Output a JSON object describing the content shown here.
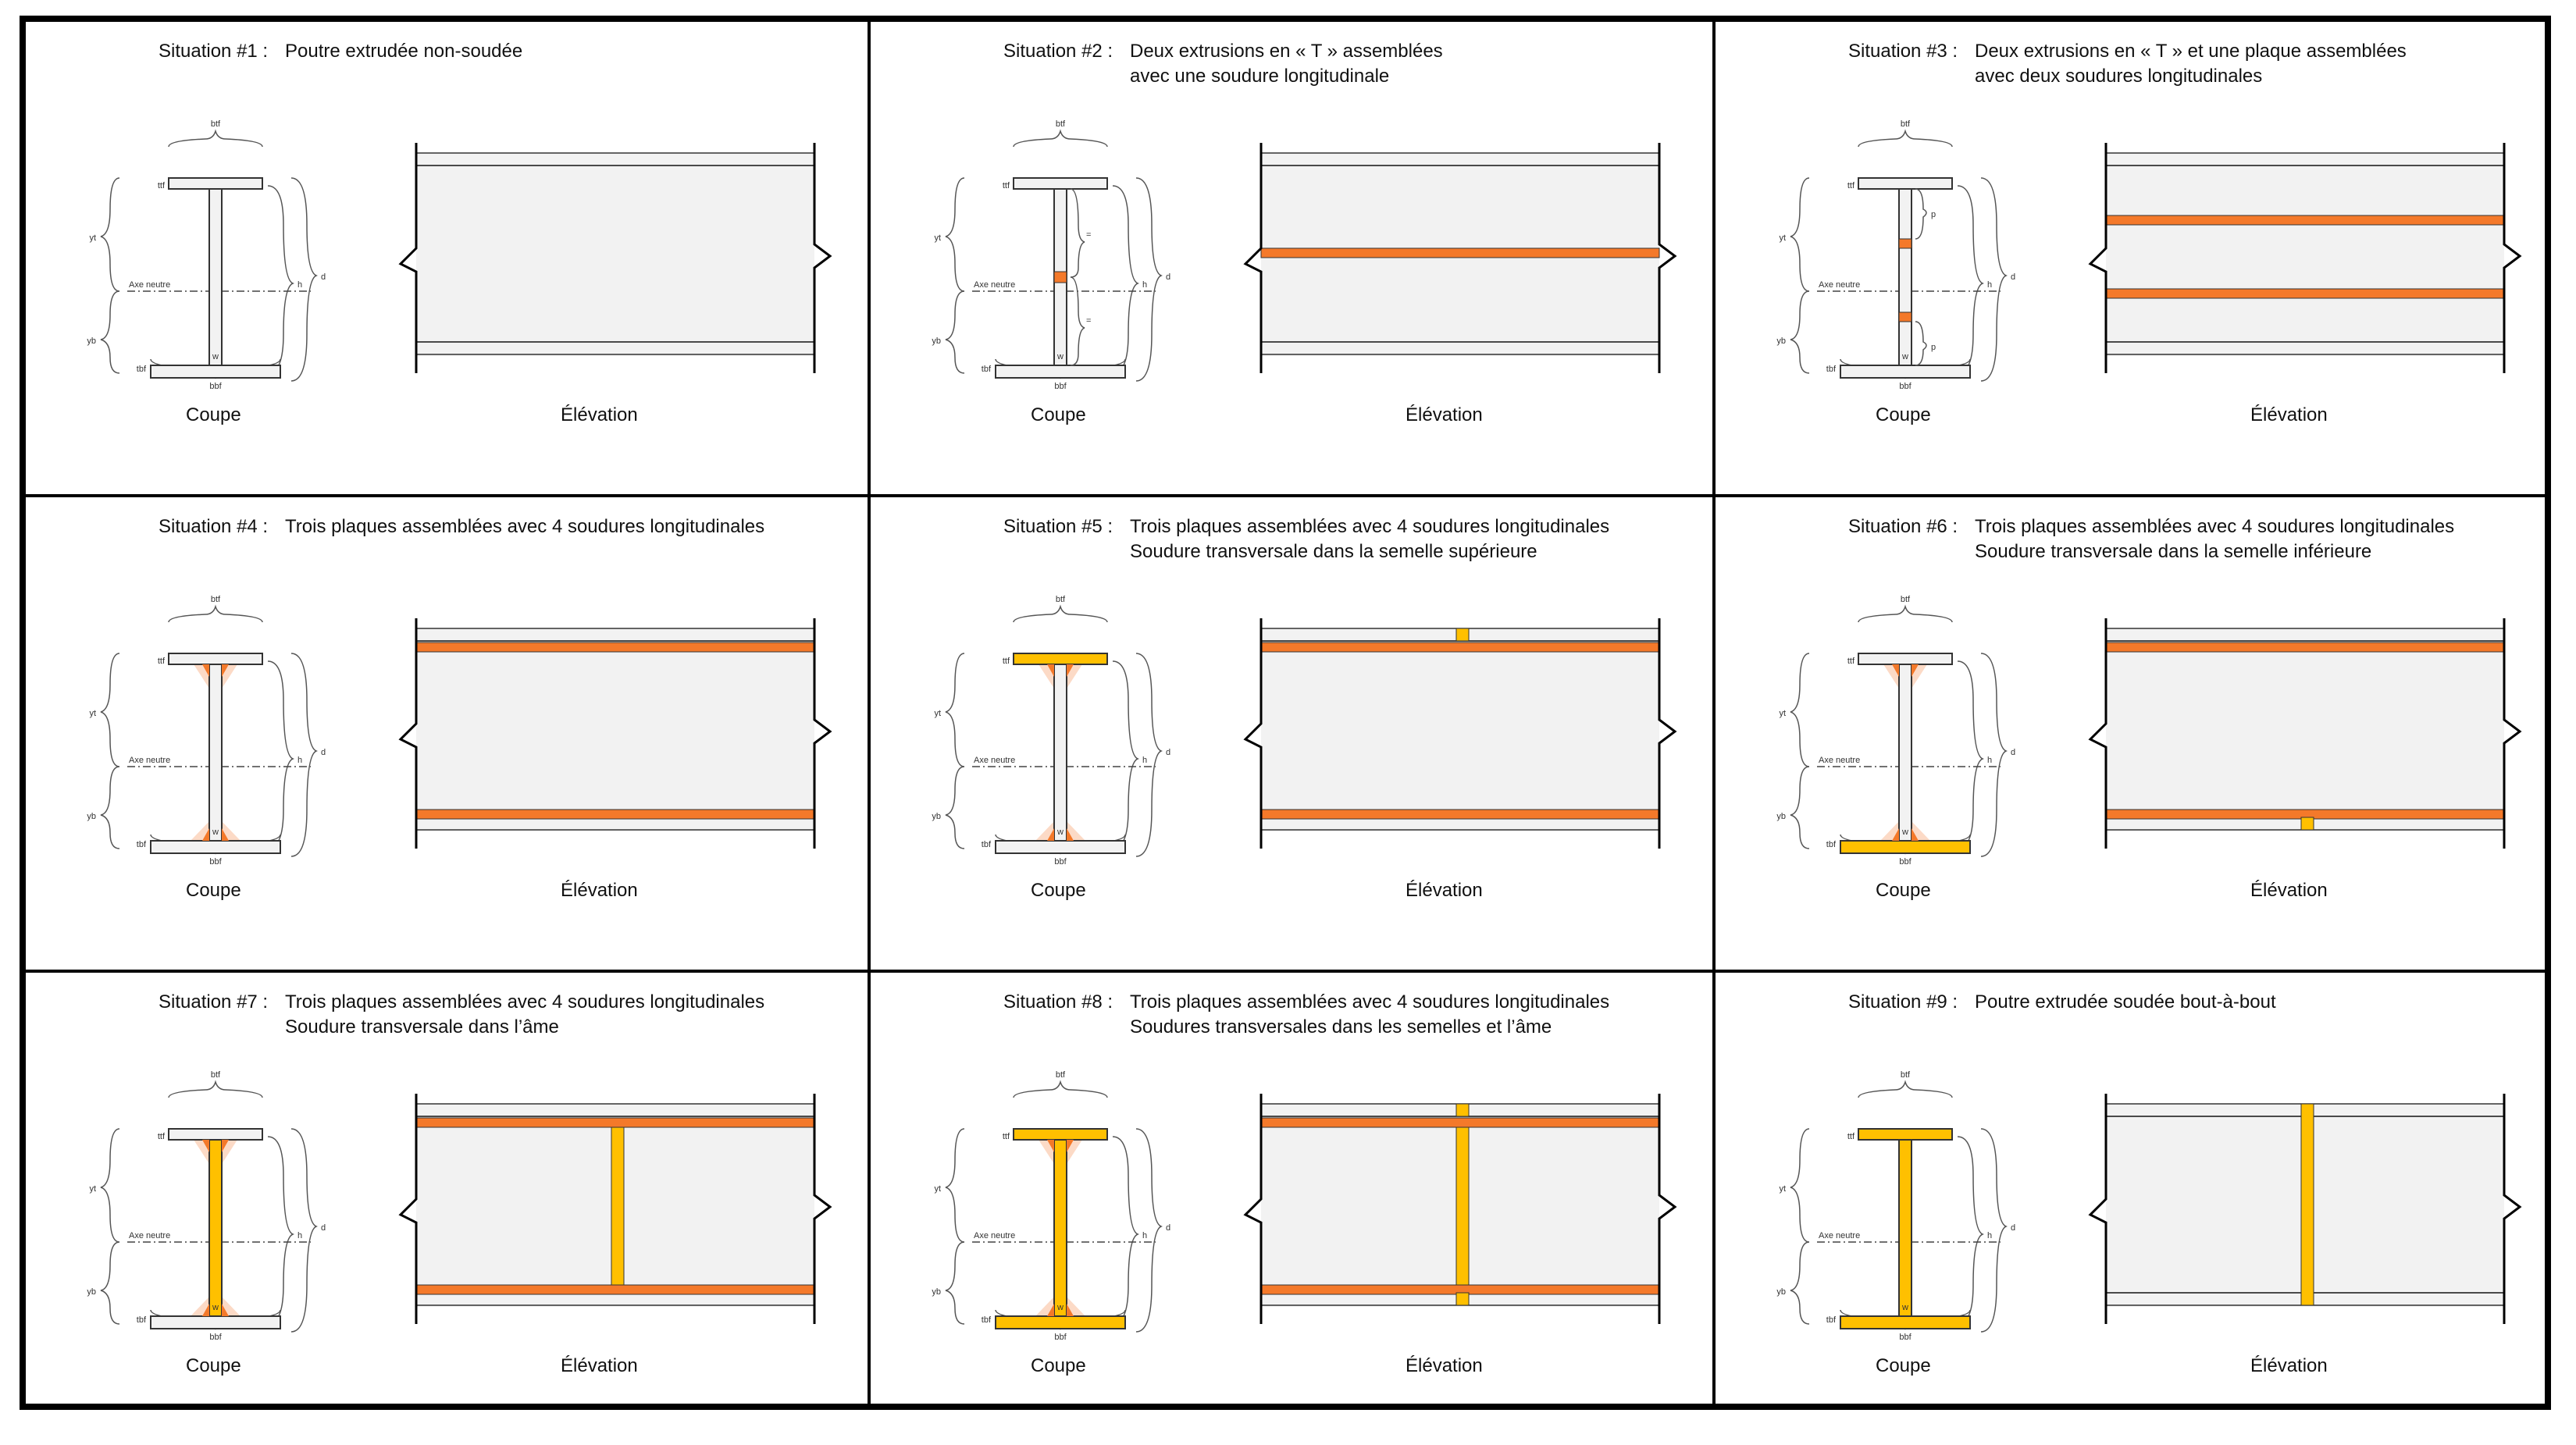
{
  "colors": {
    "gray_fill": "#f2f2f2",
    "weld_orange": "#f4792a",
    "weld_yellow": "#ffc000",
    "outline": "#333333"
  },
  "labels": {
    "btf": "btf",
    "bbf": "bbf",
    "ttf": "ttf",
    "tbf": "tbf",
    "yt": "yt",
    "yb": "yb",
    "h": "h",
    "d": "d",
    "w": "w",
    "p": "p",
    "eq": "=",
    "neutral_axis": "Axe neutre",
    "coupe": "Coupe",
    "elevation": "Élévation"
  },
  "panels": [
    {
      "id": "situation-1",
      "number": "Situation #1 :",
      "title": "Poutre extrudée non-soudée",
      "title2": ""
    },
    {
      "id": "situation-2",
      "number": "Situation #2 :",
      "title": "Deux extrusions en « T »  assemblées",
      "title2": "avec une soudure longitudinale"
    },
    {
      "id": "situation-3",
      "number": "Situation #3 :",
      "title": "Deux extrusions en « T »  et une plaque assemblées",
      "title2": "avec deux soudures longitudinales"
    },
    {
      "id": "situation-4",
      "number": "Situation #4 :",
      "title": "Trois plaques assemblées avec 4 soudures longitudinales",
      "title2": ""
    },
    {
      "id": "situation-5",
      "number": "Situation #5 :",
      "title": "Trois plaques assemblées avec 4 soudures longitudinales",
      "title2": "Soudure transversale dans la semelle supérieure"
    },
    {
      "id": "situation-6",
      "number": "Situation #6 :",
      "title": "Trois plaques assemblées avec 4 soudures longitudinales",
      "title2": "Soudure transversale dans la semelle inférieure"
    },
    {
      "id": "situation-7",
      "number": "Situation #7 :",
      "title": "Trois plaques assemblées avec 4 soudures longitudinales",
      "title2": "Soudure transversale dans l’âme"
    },
    {
      "id": "situation-8",
      "number": "Situation #8 :",
      "title": "Trois plaques assemblées avec 4 soudures longitudinales",
      "title2": "Soudures transversales dans les semelles et l’âme"
    },
    {
      "id": "situation-9",
      "number": "Situation #9 :",
      "title": "Poutre extrudée soudée bout-à-bout",
      "title2": ""
    }
  ]
}
